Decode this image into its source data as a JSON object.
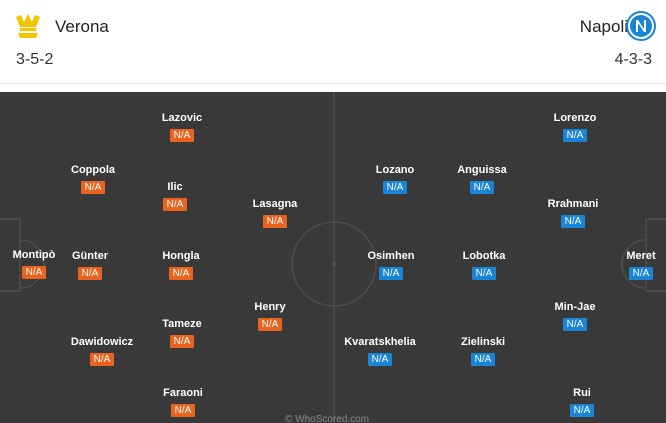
{
  "home": {
    "name": "Verona",
    "formation": "3-5-2",
    "color": "#e8641e",
    "players": [
      {
        "name": "Montipò",
        "rating": "N/A"
      },
      {
        "name": "Coppola",
        "rating": "N/A"
      },
      {
        "name": "Günter",
        "rating": "N/A"
      },
      {
        "name": "Dawidowicz",
        "rating": "N/A"
      },
      {
        "name": "Lazovic",
        "rating": "N/A"
      },
      {
        "name": "Ilic",
        "rating": "N/A"
      },
      {
        "name": "Hongla",
        "rating": "N/A"
      },
      {
        "name": "Tameze",
        "rating": "N/A"
      },
      {
        "name": "Faraoni",
        "rating": "N/A"
      },
      {
        "name": "Lasagna",
        "rating": "N/A"
      },
      {
        "name": "Henry",
        "rating": "N/A"
      }
    ]
  },
  "away": {
    "name": "Napoli",
    "formation": "4-3-3",
    "color": "#1a85d6",
    "players": [
      {
        "name": "Meret",
        "rating": "N/A"
      },
      {
        "name": "Lorenzo",
        "rating": "N/A"
      },
      {
        "name": "Rrahmani",
        "rating": "N/A"
      },
      {
        "name": "Min-Jae",
        "rating": "N/A"
      },
      {
        "name": "Rui",
        "rating": "N/A"
      },
      {
        "name": "Anguissa",
        "rating": "N/A"
      },
      {
        "name": "Lobotka",
        "rating": "N/A"
      },
      {
        "name": "Zielinski",
        "rating": "N/A"
      },
      {
        "name": "Lozano",
        "rating": "N/A"
      },
      {
        "name": "Osimhen",
        "rating": "N/A"
      },
      {
        "name": "Kvaratskhelia",
        "rating": "N/A"
      }
    ]
  },
  "pitch_color": "#393939",
  "watermark": "© WhoScored.com"
}
